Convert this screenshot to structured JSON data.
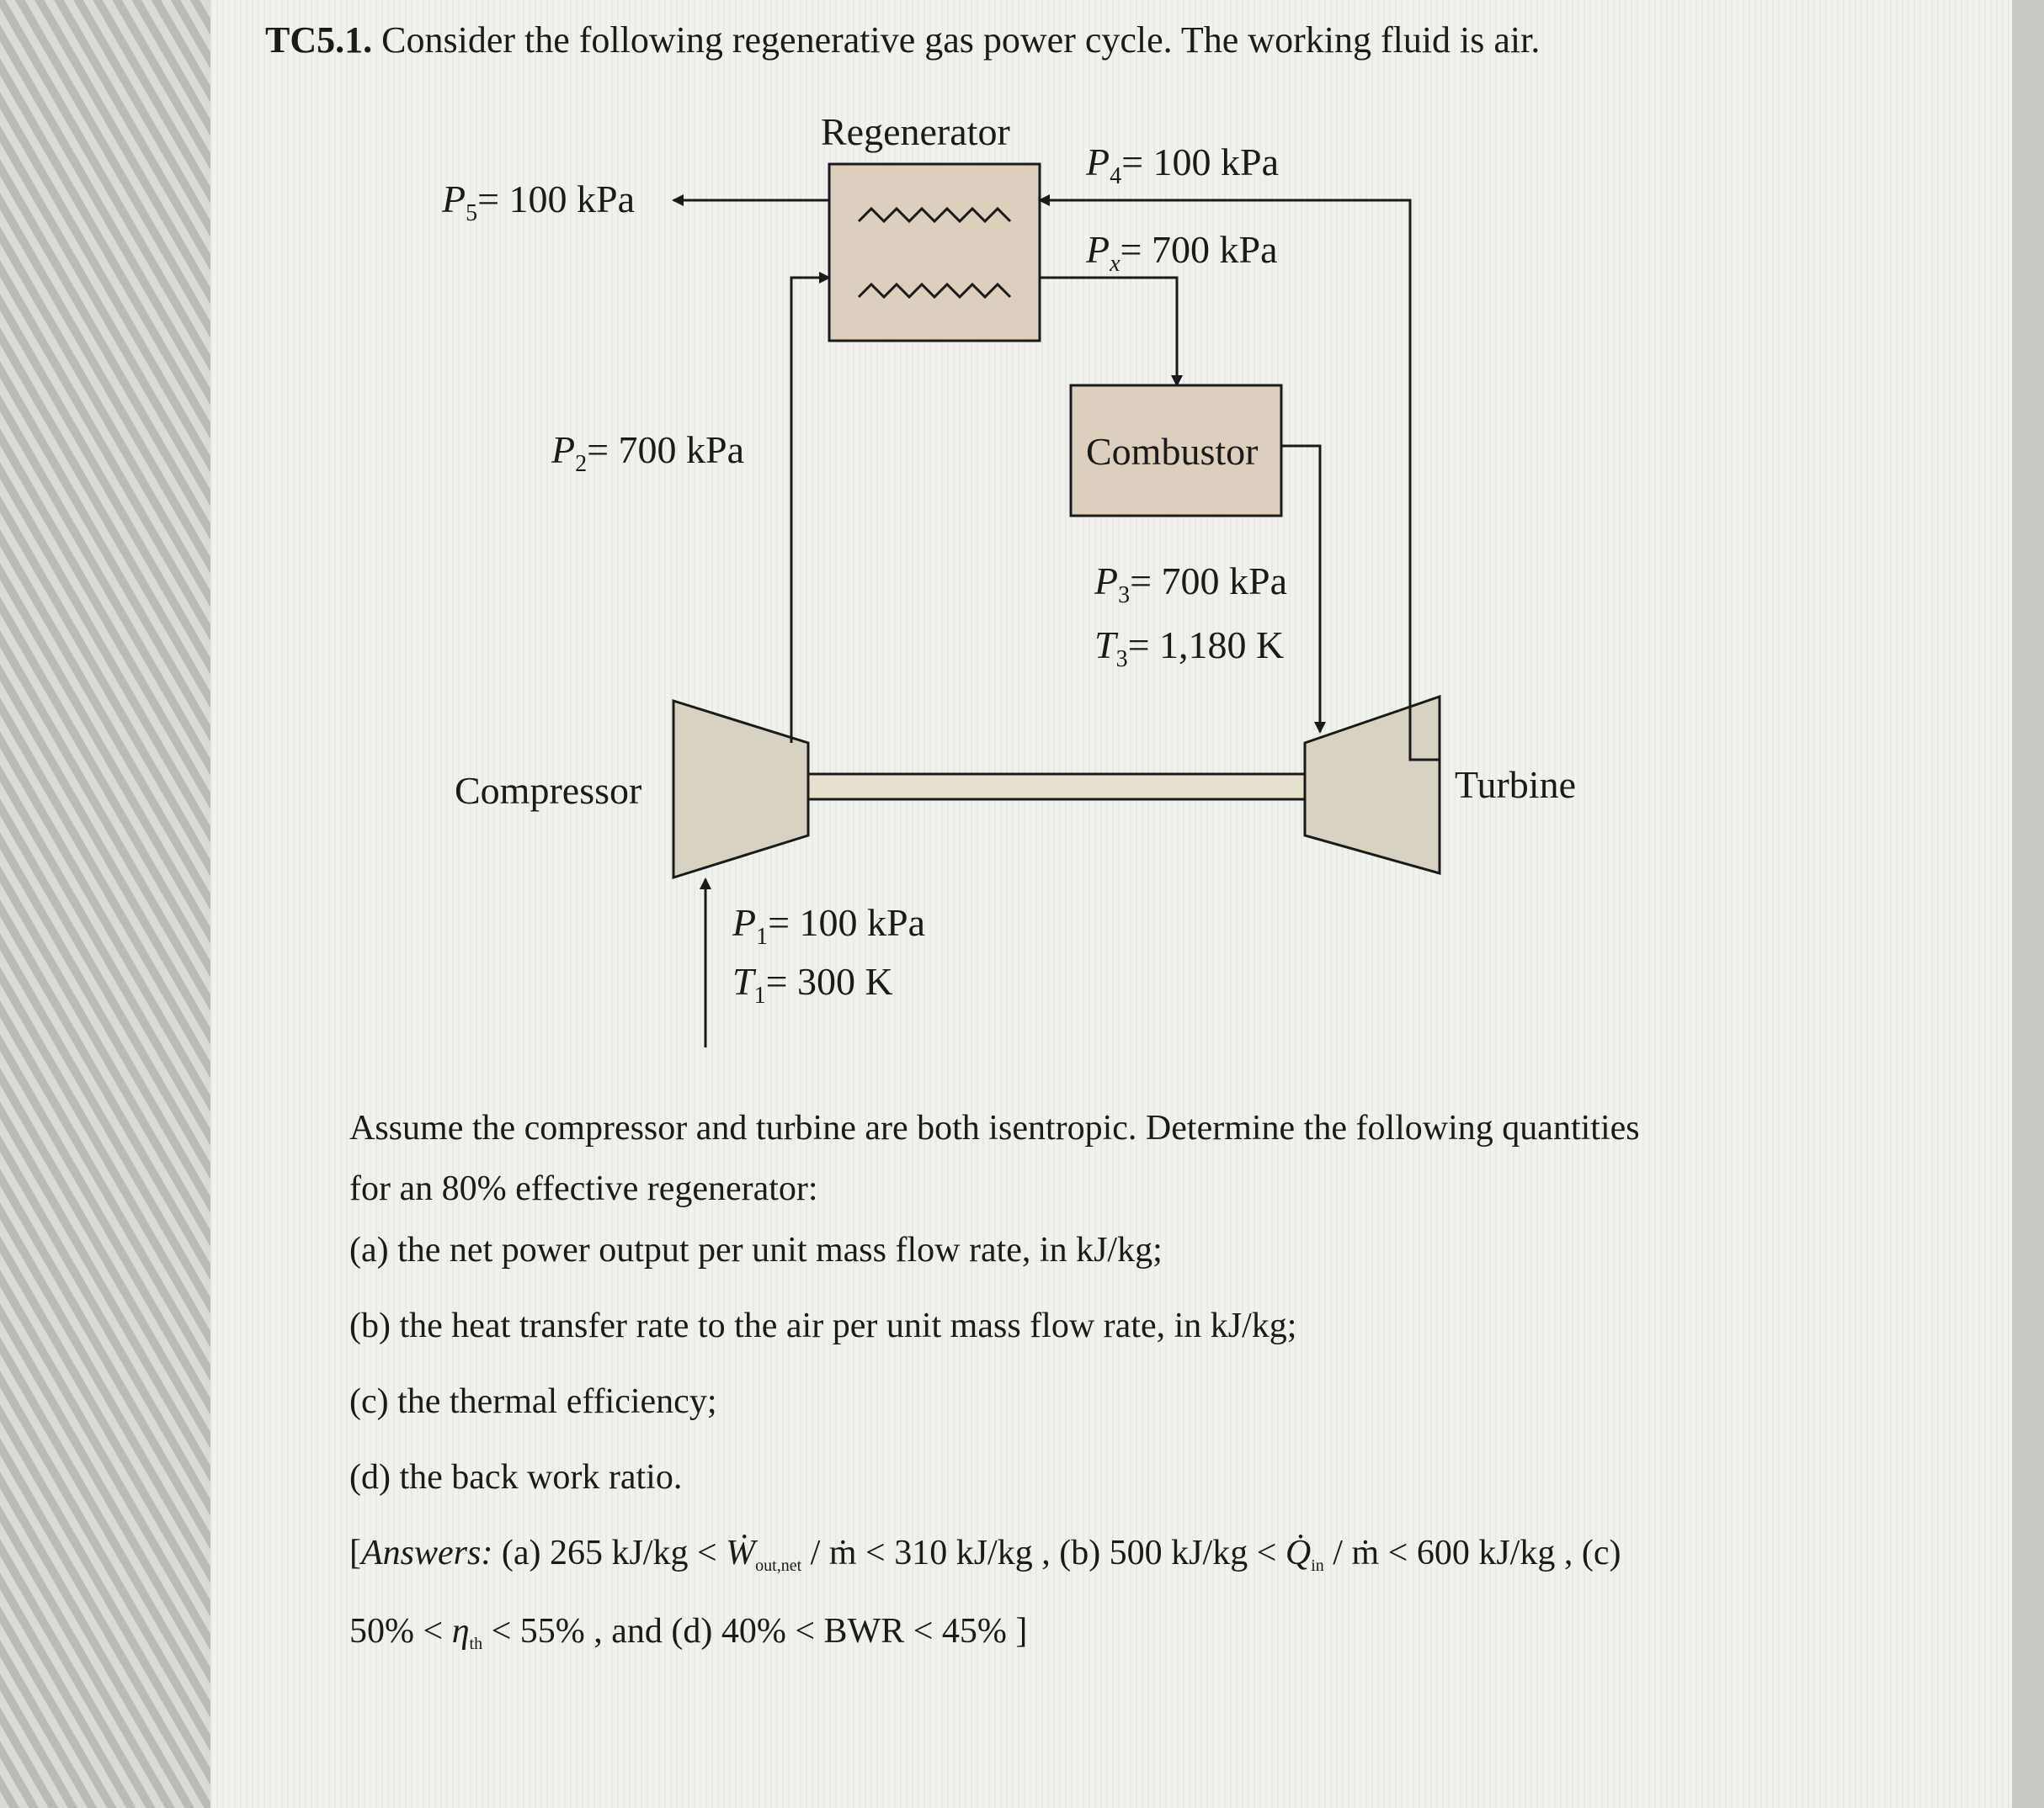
{
  "problem": {
    "number": "TC5.1.",
    "statement": "Consider the following regenerative gas power cycle. The working fluid is air."
  },
  "diagram": {
    "regenerator": "Regenerator",
    "combustor": "Combustor",
    "compressor": "Compressor",
    "turbine": "Turbine",
    "p5": "= 100 kPa",
    "p4": "= 100 kPa",
    "px": "= 700 kPa",
    "p2": "= 700 kPa",
    "p3": "= 700 kPa",
    "t3": "= 1,180 K",
    "p1": "= 100 kPa",
    "t1": "= 300 K"
  },
  "prompt": {
    "line1": "Assume the compressor and turbine are both isentropic. Determine the following quantities",
    "line2": "for an 80% effective regenerator:"
  },
  "questions": [
    "(a) the net power output per unit mass flow rate, in kJ/kg;",
    "(b) the heat transfer rate to the air per unit mass flow rate, in kJ/kg;",
    "(c) the thermal efficiency;",
    "(d) the back work ratio."
  ],
  "answers": {
    "open": "[",
    "label": "Answers:",
    "a": "(a) 265 kJ/kg <",
    "w_dot": "Ẇ",
    "w_sub": "out,net",
    "a_rest": "/ ṁ < 310 kJ/kg , (b) 500 kJ/kg <",
    "q_dot": "Q̇",
    "q_sub": "in",
    "b_rest": "/ ṁ < 600 kJ/kg , (c)",
    "c": "50% <",
    "eta": "η",
    "eta_sub": "th",
    "c_rest": "< 55% , and (d) 40% < BWR < 45% ]"
  }
}
